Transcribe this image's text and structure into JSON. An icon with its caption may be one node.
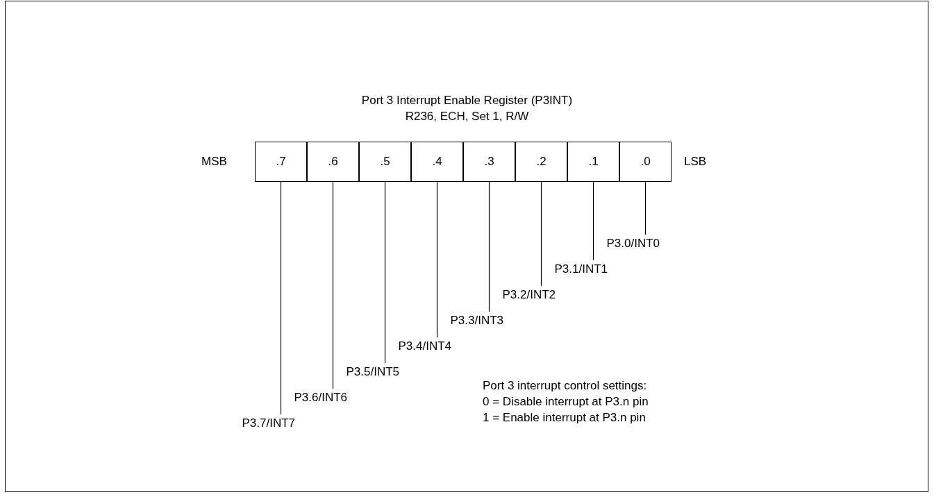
{
  "diagram": {
    "title": "Port 3 Interrupt Enable Register (P3INT)",
    "nodes": [
      {
        "text": [
          ".7"
        ]
      },
      {
        "text": [
          ".6"
        ]
      },
      {
        "text": [
          ".5"
        ]
      },
      {
        "text": [
          ".4"
        ]
      },
      {
        "text": [
          ".3"
        ]
      },
      {
        "text": [
          ".2"
        ]
      },
      {
        "text": [
          ".1"
        ]
      },
      {
        "text": [
          ".0"
        ]
      },
      {
        "text": [
          "P3.0/INT0"
        ]
      },
      {
        "text": [
          "P3.1/INT1"
        ]
      },
      {
        "text": [
          "P3.2/INT2"
        ]
      },
      {
        "text": [
          "P3.3/INT3"
        ]
      },
      {
        "text": [
          "P3.4/INT4"
        ]
      },
      {
        "text": [
          "P3.5/INT5"
        ]
      },
      {
        "text": [
          "P3.6/INT6"
        ]
      },
      {
        "text": [
          "P3.7/INT7"
        ]
      }
    ],
    "edges": [
      {
        "from": 8,
        "to": 7,
        "arrow": "none"
      },
      {
        "from": 9,
        "to": 6,
        "arrow": "none"
      },
      {
        "from": 10,
        "to": 5,
        "arrow": "none"
      },
      {
        "from": 11,
        "to": 4,
        "arrow": "none"
      },
      {
        "from": 12,
        "to": 3,
        "arrow": "none"
      },
      {
        "from": 13,
        "to": 2,
        "arrow": "none"
      },
      {
        "from": 14,
        "to": 1,
        "arrow": "none"
      },
      {
        "from": 15,
        "to": 0,
        "arrow": "none"
      }
    ],
    "labels": [
      "R236, ECH, Set 1, R/W",
      "MSB",
      "LSB",
      "Port 3 interrupt control settings:",
      "0 = Disable interrupt at P3.n pin",
      "1 = Enable interrupt at P3.n pin"
    ]
  }
}
